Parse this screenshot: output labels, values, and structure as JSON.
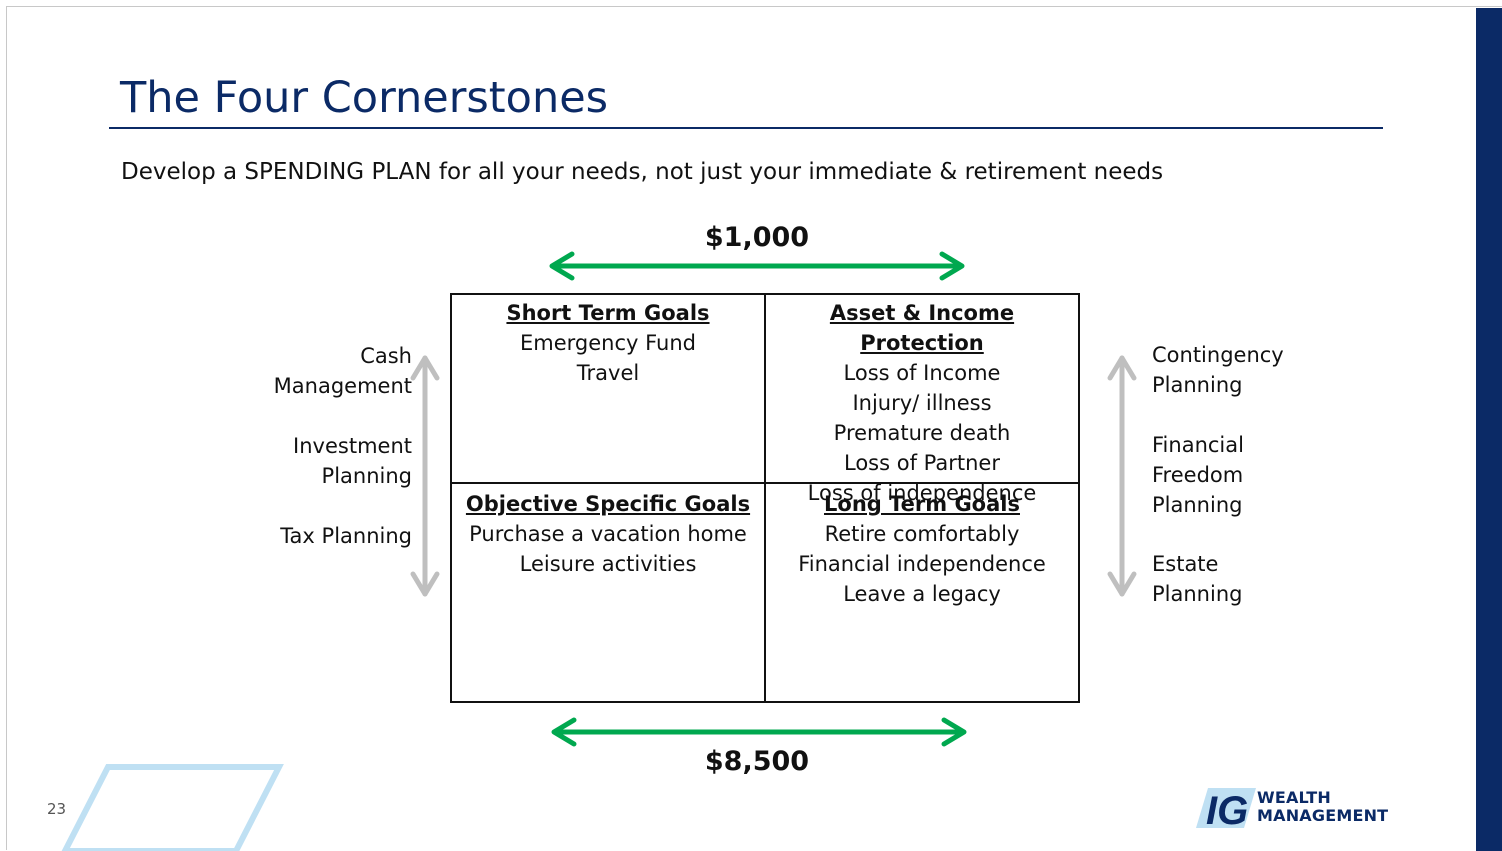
{
  "slide": {
    "title": "The Four Cornerstones",
    "subtitle": "Develop a SPENDING PLAN for all your needs, not just your immediate & retirement needs",
    "page_number": "23"
  },
  "amounts": {
    "top": "$1,000",
    "bottom": "$8,500"
  },
  "quadrants": {
    "top_left": {
      "heading": "Short Term Goals",
      "items": [
        "Emergency Fund",
        "Travel"
      ]
    },
    "top_right": {
      "heading": "Asset & Income Protection",
      "items": [
        "Loss of Income",
        "Injury/ illness",
        "Premature death",
        "Loss of Partner",
        "Loss of independence"
      ]
    },
    "bottom_left": {
      "heading": "Objective Specific Goals",
      "items": [
        "Purchase a vacation home",
        "Leisure activities"
      ]
    },
    "bottom_right": {
      "heading": "Long Term Goals",
      "items": [
        "Retire comfortably",
        "Financial independence",
        "Leave a legacy"
      ]
    }
  },
  "left_labels": {
    "cash": [
      "Cash",
      "Management"
    ],
    "investment": [
      "Investment",
      "Planning"
    ],
    "tax": [
      "Tax Planning"
    ]
  },
  "right_labels": {
    "contingency": [
      "Contingency",
      "Planning"
    ],
    "financial_freedom": [
      "Financial",
      "Freedom",
      "Planning"
    ],
    "estate": [
      "Estate",
      "Planning"
    ]
  },
  "logo": {
    "mark": "IG",
    "line1": "WEALTH",
    "line2": "MANAGEMENT"
  },
  "colors": {
    "brand_navy": "#0b2a66",
    "arrow_green": "#00a84f",
    "arrow_gray": "#bfbfbf",
    "accent_light_blue": "#bfe0f3"
  }
}
